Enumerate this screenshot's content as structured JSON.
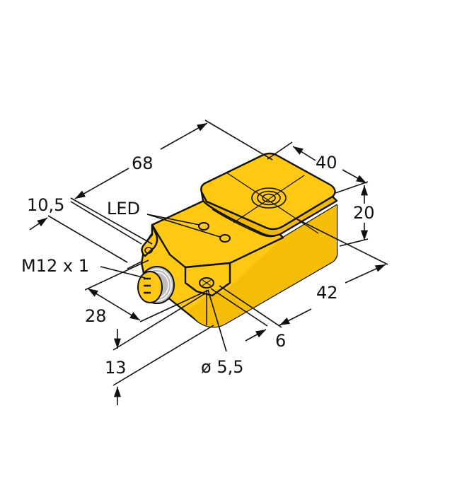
{
  "diagram": {
    "type": "isometric dimension drawing",
    "subject": "rectangular inductive proximity sensor with M12 connector",
    "colors": {
      "housing": "#FFC812",
      "housing_shadow": "#E8AD00",
      "outline": "#111111",
      "connector_thread": "#BDBDBD",
      "background": "#FFFFFF"
    },
    "labels": {
      "length_overall": "68",
      "width": "40",
      "height": "20",
      "length_body": "42",
      "connector_offset": "10,5",
      "led": "LED",
      "connector": "M12 x 1",
      "connector_length": "28",
      "mount_hole_offset": "13",
      "mount_hole_diameter": "ø 5,5",
      "mount_hole_edge": "6"
    }
  }
}
